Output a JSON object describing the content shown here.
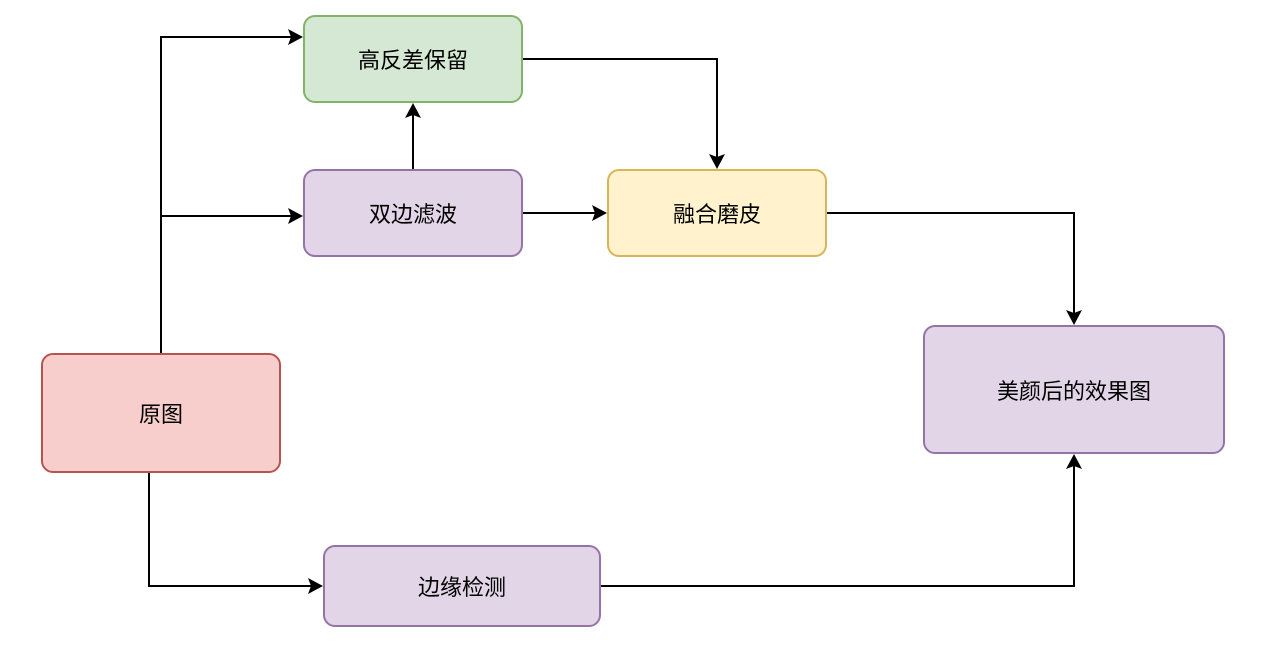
{
  "nodes": {
    "original": "原图",
    "high_pass": "高反差保留",
    "bilateral_filter": "双边滤波",
    "blend_smoothing": "融合磨皮",
    "result": "美颜后的效果图",
    "edge_detection": "边缘检测"
  },
  "colors": {
    "original_fill": "#f8cecc",
    "original_stroke": "#b85450",
    "high_pass_fill": "#d5e8d4",
    "high_pass_stroke": "#82b366",
    "purple_fill": "#e1d5e7",
    "purple_stroke": "#9673a6",
    "blend_fill": "#fff2cc",
    "blend_stroke": "#d6b656",
    "edge_line": "#000000"
  }
}
